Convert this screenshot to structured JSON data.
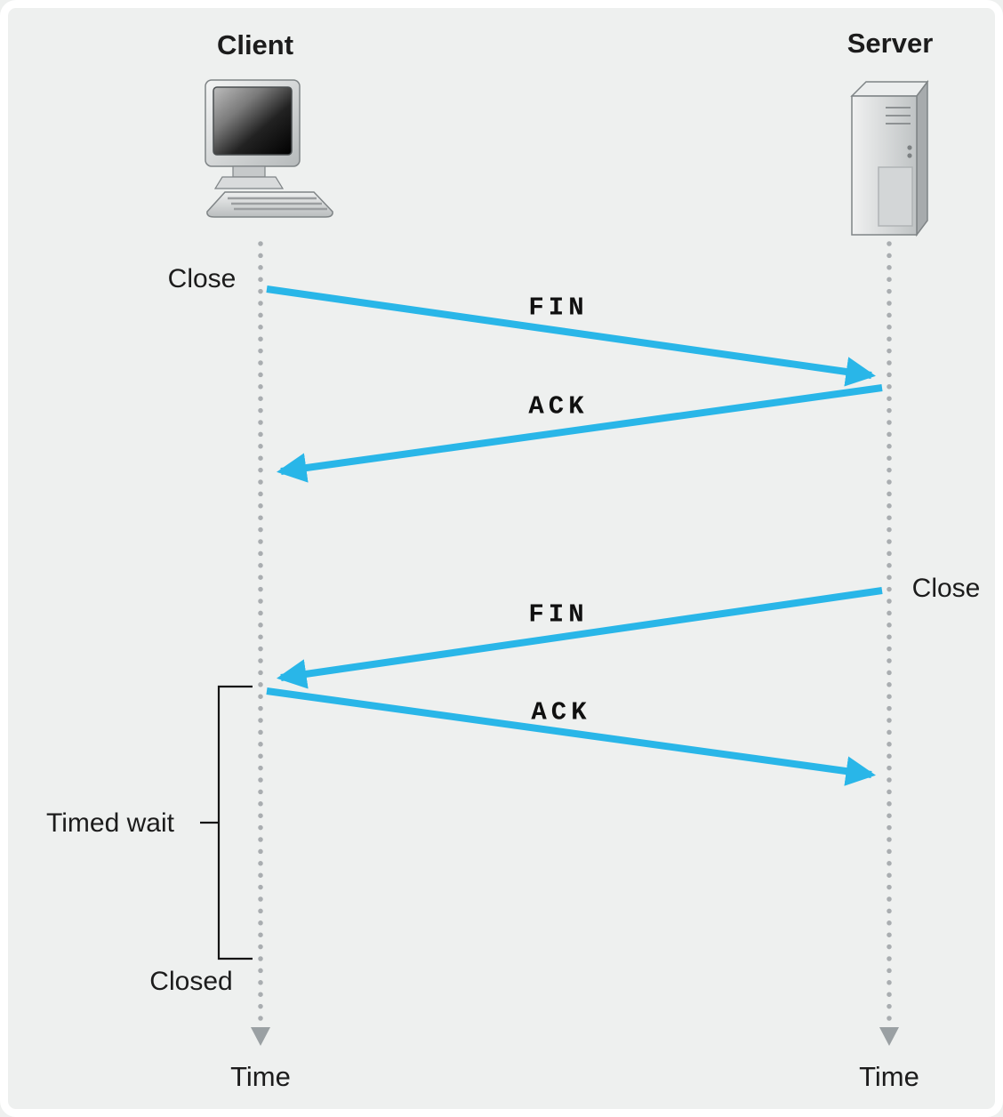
{
  "endpoints": {
    "client": {
      "title": "Client",
      "close_label": "Close",
      "closed_label": "Closed",
      "time_label": "Time"
    },
    "server": {
      "title": "Server",
      "close_label": "Close",
      "time_label": "Time"
    }
  },
  "annotations": {
    "timed_wait": "Timed wait"
  },
  "messages": [
    {
      "label": "FIN",
      "from": "client",
      "to": "server"
    },
    {
      "label": "ACK",
      "from": "server",
      "to": "client"
    },
    {
      "label": "FIN",
      "from": "server",
      "to": "client"
    },
    {
      "label": "ACK",
      "from": "client",
      "to": "server"
    }
  ],
  "colors": {
    "arrow": "#29b6e8",
    "background": "#eef0ef",
    "timeline_dot": "#a9adb0",
    "text": "#1c1c1c"
  }
}
